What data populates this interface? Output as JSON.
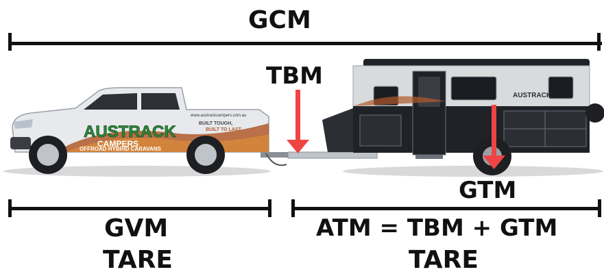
{
  "labels": {
    "gcm": "GCM",
    "tbm": "TBM",
    "gtm": "GTM",
    "gvm": "GVM",
    "tare_vehicle": "TARE",
    "atm_formula": "ATM = TBM + GTM",
    "tare_trailer": "TARE"
  },
  "vehicle_graphics": {
    "brand": "AUSTRACK",
    "brand_line2": "CAMPERS",
    "tagline": "OFFROAD HYBRID CARAVANS",
    "website": "www.austrackcampers.com.au",
    "slogan_1": "BUILT TOUGH,",
    "slogan_2": "BUILT TO LAST",
    "trailer_brand": "AUSTRACK"
  },
  "colors": {
    "text": "#111111",
    "arrow": "#ef4444",
    "vehicle_body": "#e5e7eb",
    "trailer_dark": "#1f2328",
    "brand_green": "#2f8a3a"
  }
}
